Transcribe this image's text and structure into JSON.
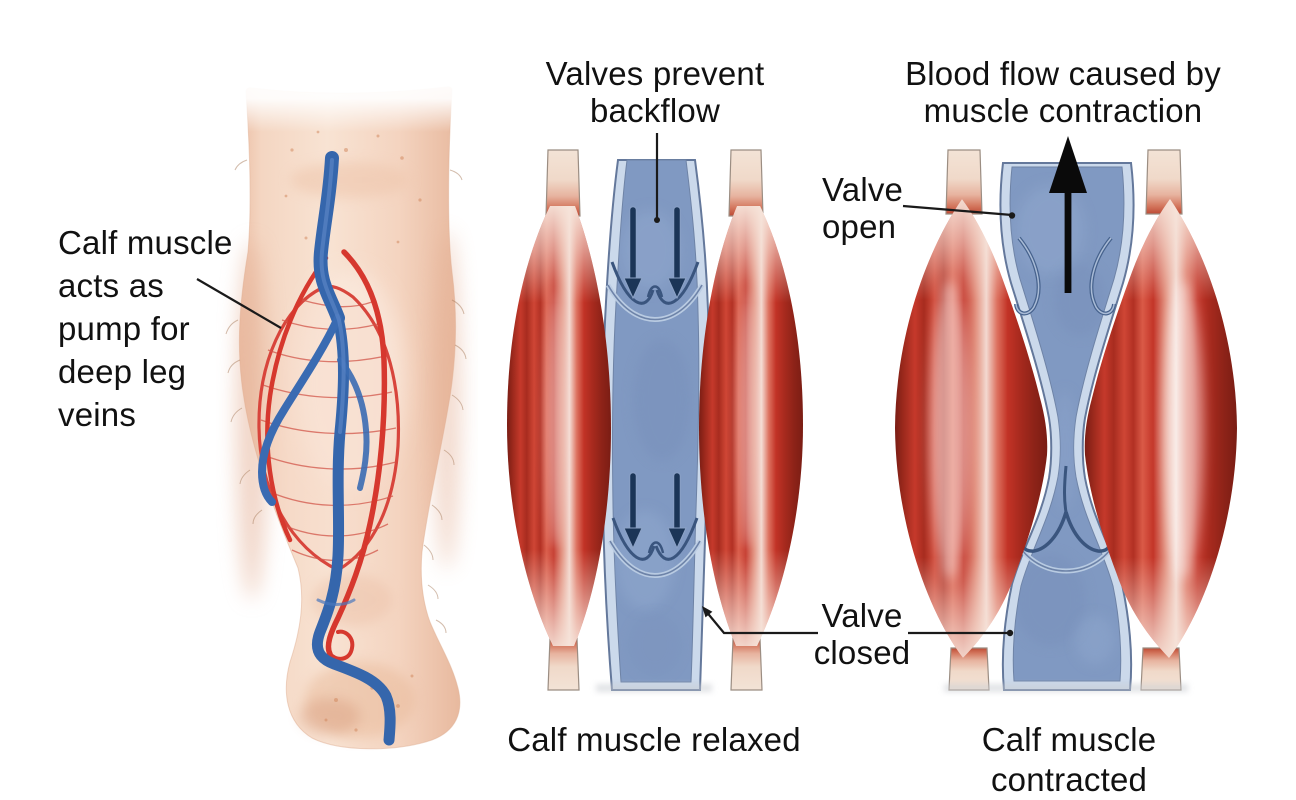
{
  "figure": {
    "labels": {
      "leg": "Calf muscle\nacts as\npump for\ndeep leg\nveins",
      "valves_prevent": "Valves prevent\nbackflow",
      "blood_flow": "Blood flow caused by\nmuscle contraction",
      "valve_open": "Valve\nopen",
      "valve_closed": "Valve\nclosed",
      "caption_relaxed": "Calf muscle relaxed",
      "caption_contracted": "Calf muscle contracted"
    },
    "palette": {
      "background": "#FFFFFF",
      "annotation_black": "#111111",
      "muscle_red": "#C5392B",
      "muscle_dark_red": "#7A1D14",
      "muscle_highlight": "#F3D9D0",
      "tendon_cream": "#F3E3D6",
      "vein_wall_light_blue": "#CBD9EB",
      "vein_lumen_blue": "#8099C2",
      "vein_outline_blue": "#64789B",
      "backflow_arrow_navy": "#1B3557",
      "deep_vein_blue": "#3566AC",
      "artery_red": "#D6382E",
      "skin_tone": "#F6DECE"
    }
  }
}
